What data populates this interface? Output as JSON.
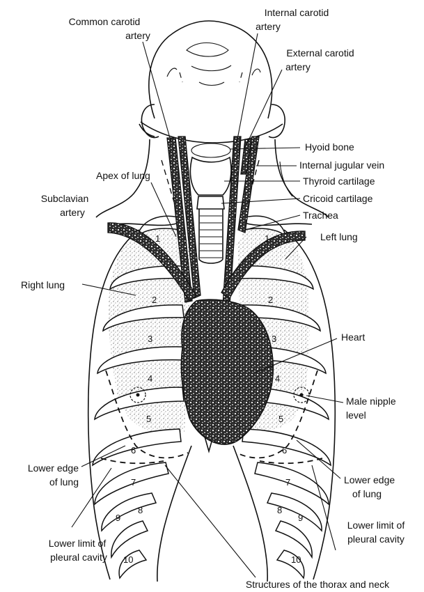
{
  "labels": {
    "common_carotid_artery": "Common carotid\nartery",
    "internal_carotid_artery": "Internal carotid\nartery",
    "external_carotid_artery": "External carotid\nartery",
    "hyoid_bone": "Hyoid bone",
    "internal_jugular_vein": "Internal jugular vein",
    "thyroid_cartilage": "Thyroid cartilage",
    "cricoid_cartilage": "Cricoid cartilage",
    "trachea": "Trachea",
    "apex_of_lung": "Apex of lung",
    "subclavian_artery": "Subclavian\nartery",
    "left_lung": "Left lung",
    "right_lung": "Right lung",
    "heart": "Heart",
    "male_nipple_level": "Male nipple\nlevel",
    "lower_edge_of_lung_left": "Lower edge\nof lung",
    "lower_edge_of_lung_right": "Lower edge\nof lung",
    "lower_limit_pleural_left": "Lower limit of\npleural cavity",
    "lower_limit_pleural_right": "Lower limit of\npleural cavity"
  },
  "rib_numbers": [
    "1",
    "2",
    "3",
    "4",
    "5",
    "6",
    "7",
    "8",
    "9",
    "10"
  ],
  "caption": "Structures of the thorax and neck",
  "colors": {
    "ink": "#111111",
    "paper": "#ffffff",
    "stipple": "#6e6e6e",
    "vessel": "#2a2a2a"
  }
}
